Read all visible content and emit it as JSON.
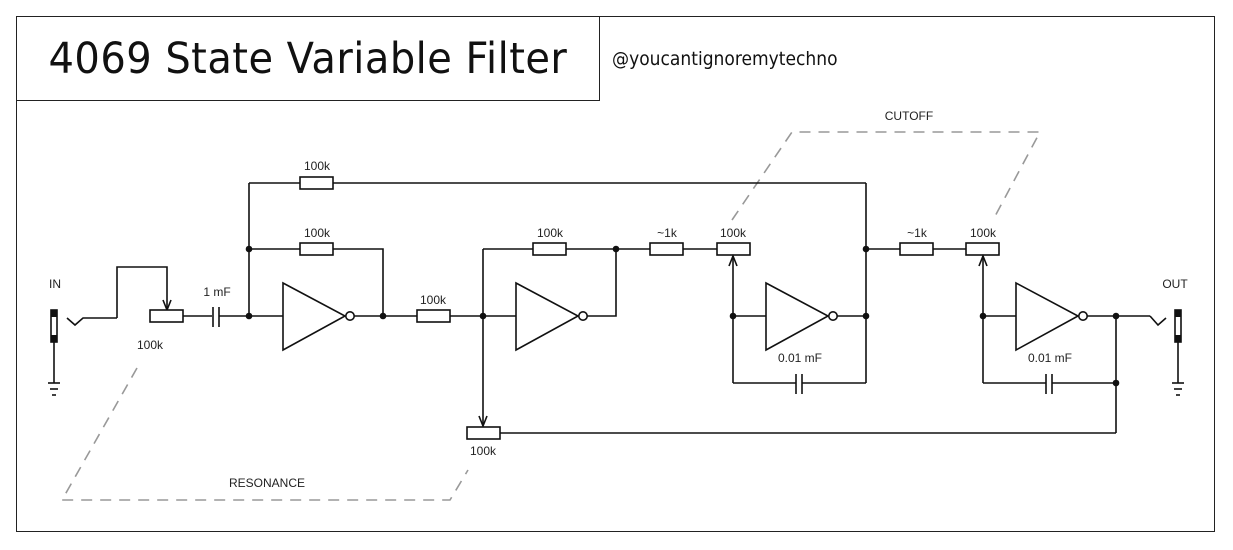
{
  "header": {
    "title": "4069 State Variable Filter",
    "handle": "@youcantignoremytechno"
  },
  "groups": {
    "cutoff": "CUTOFF",
    "resonance": "RESONANCE"
  },
  "io": {
    "input": "IN",
    "output": "OUT"
  },
  "components": {
    "input_pot": "100k",
    "input_cap": "1 mF",
    "r_feedforward_top": "100k",
    "r_feedback_stage1": "100k",
    "r_stage1_to_stage2": "100k",
    "r_feedback_stage2": "100k",
    "r_series_1": "~1k",
    "pot_cutoff_1": "100k",
    "cap_integrator_1": "0.01 mF",
    "r_series_2": "~1k",
    "pot_cutoff_2": "100k",
    "cap_integrator_2": "0.01 mF",
    "pot_resonance": "100k"
  }
}
